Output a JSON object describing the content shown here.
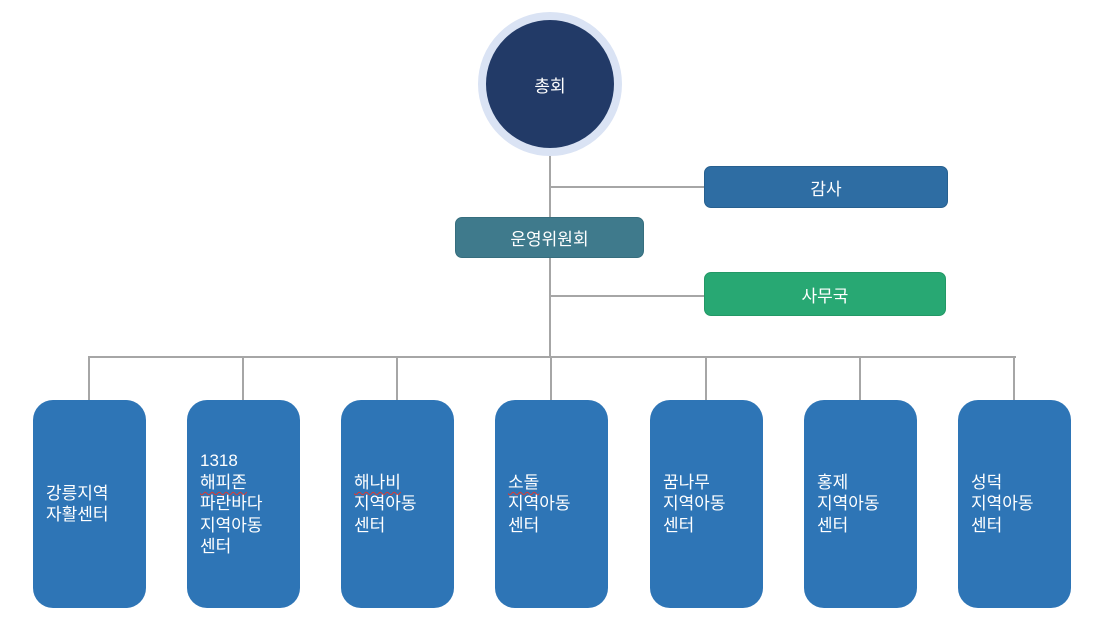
{
  "org": {
    "root": {
      "label": "총회"
    },
    "audit": {
      "label": "감사"
    },
    "committee": {
      "label": "운영위원회"
    },
    "secretariat": {
      "label": "사무국"
    },
    "centers": [
      {
        "lines": [
          {
            "text": "강릉지역",
            "misspelled": false
          },
          {
            "text": "자활센터",
            "misspelled": false
          }
        ]
      },
      {
        "lines": [
          {
            "text": "1318",
            "misspelled": false
          },
          {
            "text": "해피존",
            "misspelled": true
          },
          {
            "text": "파란바다",
            "misspelled": false
          },
          {
            "text": "지역아동",
            "misspelled": false
          },
          {
            "text": "센터",
            "misspelled": false
          }
        ]
      },
      {
        "lines": [
          {
            "text": "해나비",
            "misspelled": true
          },
          {
            "text": "지역아동",
            "misspelled": false
          },
          {
            "text": "센터",
            "misspelled": false
          }
        ]
      },
      {
        "lines": [
          {
            "text": "소돌",
            "misspelled": true
          },
          {
            "text": "지역아동",
            "misspelled": false
          },
          {
            "text": "센터",
            "misspelled": false
          }
        ]
      },
      {
        "lines": [
          {
            "text": "꿈나무",
            "misspelled": false
          },
          {
            "text": "지역아동",
            "misspelled": false
          },
          {
            "text": "센터",
            "misspelled": false
          }
        ]
      },
      {
        "lines": [
          {
            "text": "홍제",
            "misspelled": false
          },
          {
            "text": "지역아동",
            "misspelled": false
          },
          {
            "text": "센터",
            "misspelled": false
          }
        ]
      },
      {
        "lines": [
          {
            "text": "성덕",
            "misspelled": false
          },
          {
            "text": "지역아동",
            "misspelled": false
          },
          {
            "text": "센터",
            "misspelled": false
          }
        ]
      }
    ]
  },
  "colors": {
    "root_fill": "#223A67",
    "root_ring": "#DAE3F4",
    "audit_fill": "#2E6DA3",
    "committee_fill": "#3F7A8C",
    "secretariat_fill": "#28A873",
    "center_fill": "#2E75B6",
    "connector": "#A6A6A6",
    "label_text": "#FFFFFF",
    "spellcheck_underline": "#E0392F"
  }
}
